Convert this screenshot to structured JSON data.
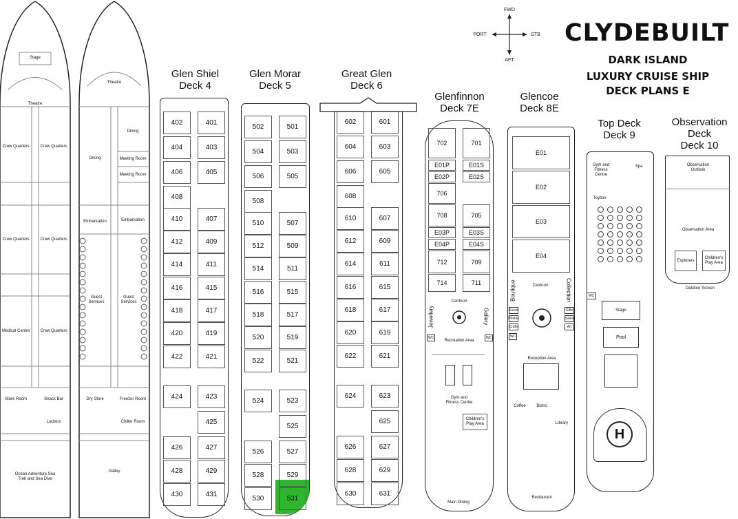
{
  "brand": {
    "logo_text": "CLYDEBUILT",
    "title_line1": "DARK ISLAND",
    "title_line2": "LUXURY CRUISE SHIP",
    "title_line3": "DECK PLANS E"
  },
  "compass": {
    "fwd": "FWD",
    "aft": "AFT",
    "port": "PORT",
    "stb": "STB"
  },
  "decks": {
    "d4": {
      "name": "Glen Shiel",
      "deck": "Deck 4",
      "left": [
        "402",
        "404",
        "406",
        "408",
        "410",
        "412",
        "414",
        "416",
        "418",
        "420",
        "422",
        "424",
        "",
        "426",
        "428",
        "430"
      ],
      "right": [
        "401",
        "403",
        "405",
        "",
        "407",
        "409",
        "411",
        "415",
        "417",
        "419",
        "421",
        "423",
        "425",
        "427",
        "429",
        "431"
      ]
    },
    "d5": {
      "name": "Glen Morar",
      "deck": "Deck 5",
      "left": [
        "502",
        "504",
        "506",
        "508",
        "510",
        "512",
        "514",
        "516",
        "518",
        "520",
        "522",
        "524",
        "",
        "526",
        "528",
        "530"
      ],
      "right": [
        "501",
        "503",
        "505",
        "",
        "507",
        "509",
        "511",
        "515",
        "517",
        "519",
        "521",
        "523",
        "525",
        "527",
        "529",
        "531"
      ]
    },
    "d6": {
      "name": "Great Glen",
      "deck": "Deck 6",
      "left": [
        "602",
        "604",
        "606",
        "608",
        "610",
        "612",
        "614",
        "616",
        "618",
        "620",
        "622",
        "624",
        "",
        "626",
        "628",
        "630"
      ],
      "right": [
        "601",
        "603",
        "605",
        "",
        "607",
        "609",
        "611",
        "615",
        "617",
        "619",
        "621",
        "623",
        "625",
        "627",
        "629",
        "631"
      ]
    },
    "d7": {
      "name": "Glenfinnon",
      "deck": "Deck 7E",
      "left": [
        "702",
        "E01P",
        "E02P",
        "706",
        "708",
        "E03P",
        "E04P",
        "712",
        "714"
      ],
      "right": [
        "701",
        "E01S",
        "E02S",
        "",
        "705",
        "E03S",
        "E04S",
        "709",
        "711"
      ],
      "labels": {
        "jewellery": "Jewellery",
        "gallery": "Gallery",
        "centrum": "Centrum",
        "recreation": "Recreation Area",
        "gym": "Gym and Fitness Centre",
        "play": "Children's Play Area",
        "dining": "Main Dining",
        "wc": "WC"
      }
    },
    "d8": {
      "name": "Glencoe",
      "deck": "Deck 8E",
      "suites": [
        "E01",
        "E02",
        "E03",
        "E04"
      ],
      "labels": {
        "boutique": "Boutique",
        "collection": "Collection",
        "centrum": "Centrum",
        "excur": "Excur",
        "photos": "Photos",
        "crafts": "Crafts",
        "gifts": "Gifts",
        "sales": "Sales",
        "art": "Art",
        "reception": "Reception Area",
        "coffee": "Coffee",
        "bistro": "Bistro",
        "library": "Library",
        "restaurant": "Restaurant",
        "wc": "WC"
      }
    },
    "d9": {
      "name": "Top Deck",
      "deck": "Deck 9",
      "labels": {
        "gym": "Gym and Fitness Centre",
        "spa": "Spa",
        "toybox": "Toybox",
        "stage": "Stage",
        "pool": "Pool",
        "heli": "H",
        "wc": "WC"
      }
    },
    "d10": {
      "name": "Observation",
      "deck": "Deck",
      "deck2": "Deck 10",
      "labels": {
        "outlook": "Observation Outlook",
        "area": "Observation Area",
        "explorers": "Explorers",
        "play": "Children's Play Area",
        "screen": "Outdoor Screen"
      }
    }
  },
  "lower": {
    "left": {
      "stage": "Stage",
      "theatre": "Theatre",
      "crew1": "Crew Quarters",
      "crew2": "Crew Quarters",
      "crew3": "Crew Quarters",
      "crew4": "Crew Quarters",
      "medical": "Medical Centre",
      "crew5": "Crew Quarters",
      "store": "Store Room",
      "snack": "Snack Bar",
      "lockers": "Lockers",
      "ocean": "Ocean Adventure Sea Trek and Sea Dive"
    },
    "right": {
      "theatre": "Theatre",
      "dining1": "Dining",
      "dining2": "Dining",
      "meeting1": "Meeting Room",
      "meeting2": "Meeting Room",
      "emb1": "Embarkation",
      "emb2": "Embarkation",
      "guest1": "Guest Services",
      "guest2": "Guest Services",
      "dry": "Dry Store",
      "freezer": "Freezer Room",
      "chiller": "Chiller Room",
      "galley": "Galley"
    }
  },
  "highlight_color": "#2fb52f"
}
